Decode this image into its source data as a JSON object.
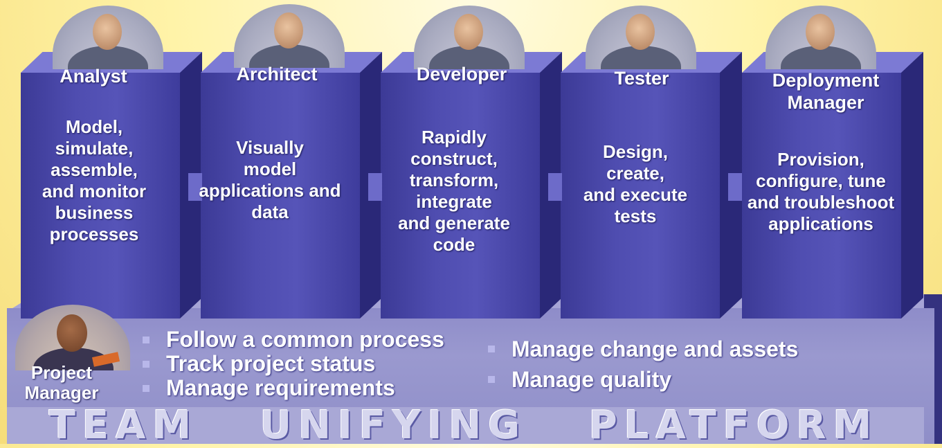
{
  "roles": [
    {
      "title": "Analyst",
      "description": [
        "Model,",
        "simulate,",
        "assemble,",
        "and monitor",
        "business",
        "processes"
      ]
    },
    {
      "title": "Architect",
      "description": [
        "Visually",
        "model",
        "applications and",
        "data"
      ]
    },
    {
      "title": "Developer",
      "description": [
        "Rapidly",
        "construct,",
        "transform,",
        "integrate",
        "and generate",
        "code"
      ]
    },
    {
      "title": "Tester",
      "description": [
        "Design,",
        "create,",
        "and execute",
        "tests"
      ]
    },
    {
      "title": "Deployment Manager",
      "title_lines": [
        "Deployment",
        "Manager"
      ],
      "description": [
        "Provision,",
        "configure, tune",
        "and troubleshoot",
        "applications"
      ]
    }
  ],
  "project_manager": {
    "title_lines": [
      "Project",
      "Manager"
    ],
    "tasks_left": [
      "Follow a common process",
      "Track project status",
      "Manage requirements"
    ],
    "tasks_right": [
      "Manage change and assets",
      "Manage quality"
    ]
  },
  "platform_label": "TEAM UNIFYING PLATFORM",
  "colors": {
    "background": "#fff3a8",
    "pillar": "#4f4db0",
    "platform": "#9a99cf",
    "text": "#ffffff"
  }
}
